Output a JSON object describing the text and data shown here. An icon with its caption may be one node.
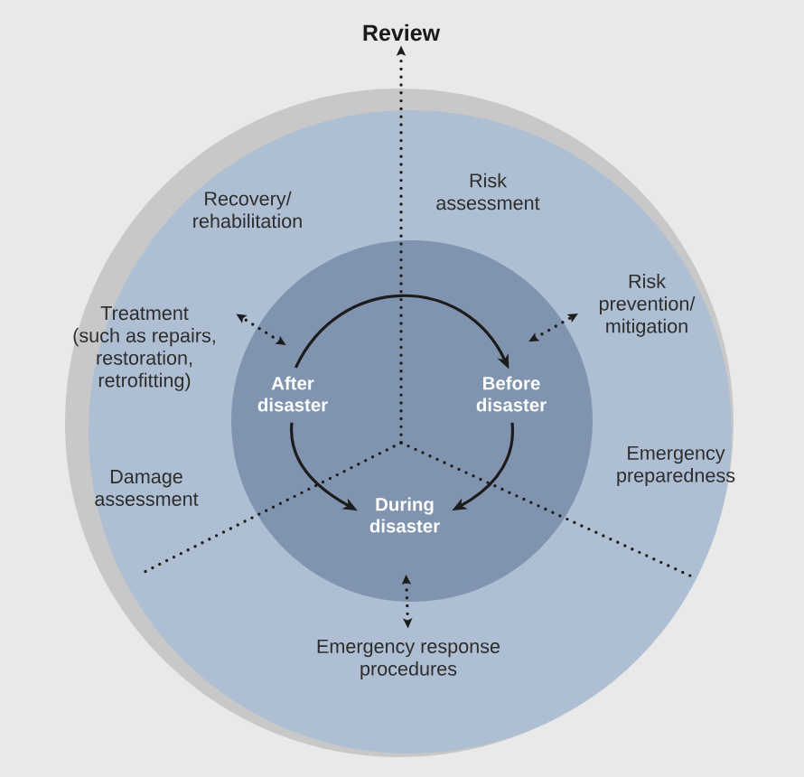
{
  "diagram": {
    "nodes": [
      {
        "text": [
          "Review"
        ]
      },
      {
        "text": [],
        "shape": "circle"
      },
      {
        "text": [
          "Recovery/ rehabilitation"
        ],
        "in": 1
      },
      {
        "text": [
          "Risk assessment"
        ],
        "in": 1
      },
      {
        "text": [
          "Risk prevention/ mitigation"
        ],
        "in": 1
      },
      {
        "text": [
          "Treatment (such as repairs, restoration, retrofitting)"
        ],
        "in": 1
      },
      {
        "text": [],
        "shape": "circle",
        "in": 1
      },
      {
        "text": [
          "After disaster"
        ],
        "in": 6
      },
      {
        "text": [
          "Before disaster"
        ],
        "in": 6
      },
      {
        "text": [
          "Damage assessment"
        ],
        "in": 1
      },
      {
        "text": [
          "Emergency preparedness"
        ],
        "in": 1
      },
      {
        "text": [
          "During disaster"
        ],
        "in": 6
      },
      {
        "text": [
          "Emergency response procedures"
        ],
        "in": 1
      }
    ],
    "edges": [
      {
        "from": null,
        "to": 0,
        "arrow": "to",
        "style": "dashed"
      },
      {
        "from": 7,
        "to": 8,
        "arrow": "to"
      },
      {
        "from": 8,
        "to": 11,
        "arrow": "to"
      },
      {
        "from": 7,
        "to": 11,
        "arrow": "to"
      },
      {
        "from": 7,
        "to": 5,
        "arrow": "both",
        "style": "dashed"
      },
      {
        "from": 8,
        "to": 4,
        "arrow": "both",
        "style": "dashed"
      },
      {
        "from": 11,
        "to": 12,
        "arrow": "both",
        "style": "dashed"
      }
    ]
  }
}
